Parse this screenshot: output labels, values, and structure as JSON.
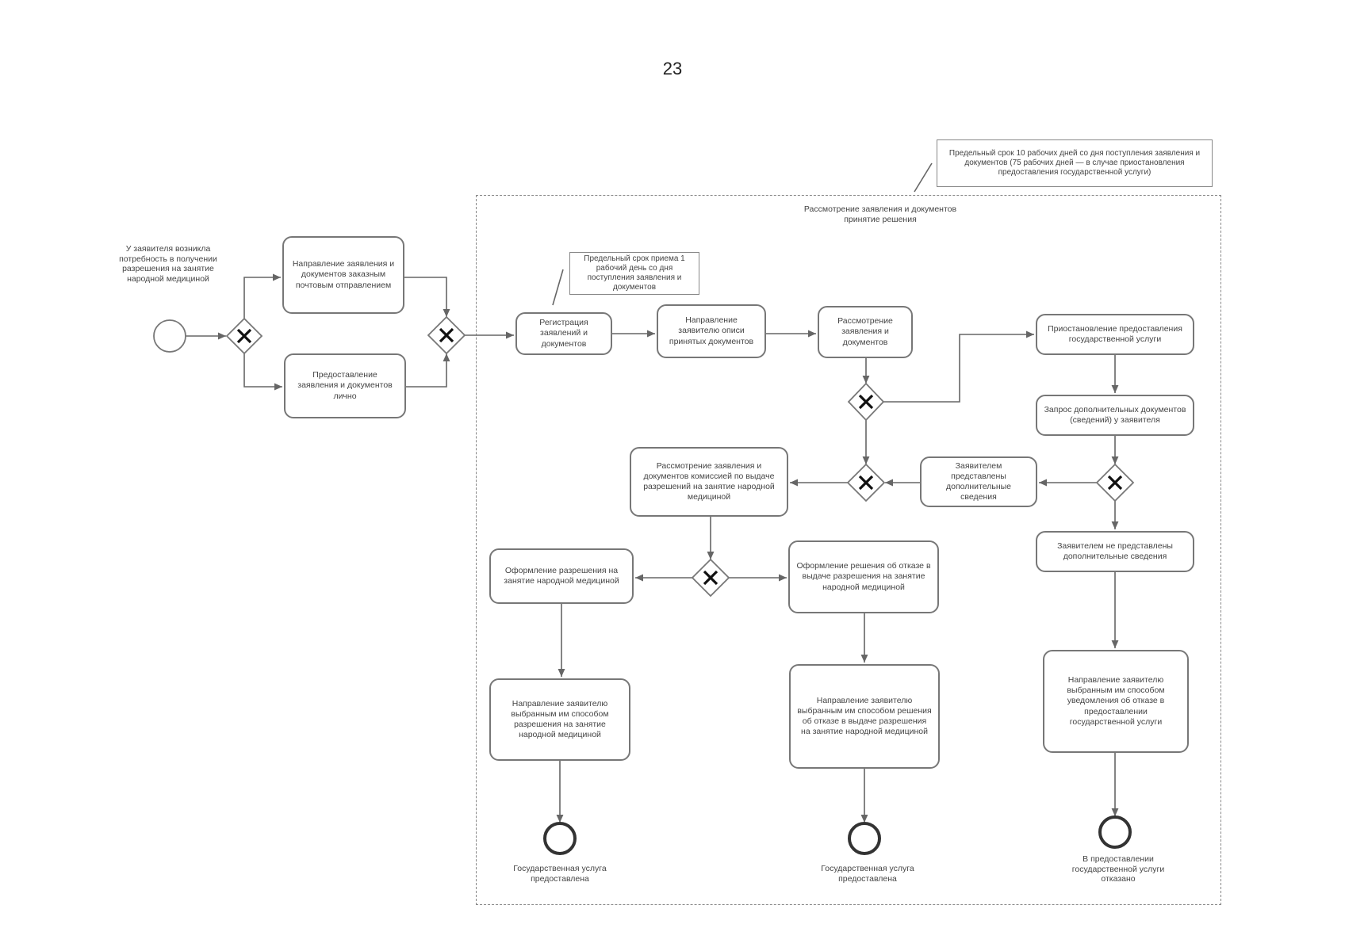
{
  "page_number": "23",
  "time_note": "Предельный срок 10 рабочих дней со дня поступления заявления и документов (75 рабочих дней — в случае приостановления предоставления государственной услуги)",
  "pool_title": "Рассмотрение заявления и документов принятие решения",
  "registration_note": "Предельный срок приема 1 рабочий день со дня поступления заявления и документов",
  "start_label": "У заявителя возникла потребность в получении разрешения на занятие народной медициной",
  "tasks": {
    "mail": "Направление заявления и документов заказным почтовым отправлением",
    "personal": "Предоставление заявления и документов лично",
    "register": "Регистрация заявлений и документов",
    "receipt": "Направление заявителю описи принятых документов",
    "review": "Рассмотрение заявления и документов",
    "suspend": "Приостановление предоставления государственной услуги",
    "request": "Запрос дополнительных документов (сведений) у заявителя",
    "provided": "Заявителем представлены дополнительные сведения",
    "not_provided": "Заявителем не представлены дополнительные сведения",
    "commission": "Рассмотрение заявления и документов комиссией по выдаче разрешений на занятие народной медициной",
    "issue_permit": "Оформление разрешения на занятие народной медициной",
    "refusal_decision": "Оформление решения об отказе в выдаче разрешения на занятие народной медициной",
    "send_permit": "Направление заявителю выбранным им способом разрешения на занятие народной медициной",
    "send_refusal": "Направление заявителю выбранным им способом решения об отказе в выдаче разрешения на занятие народной медициной",
    "send_notice": "Направление заявителю выбранным им способом уведомления об отказе в предоставлении государственной услуги"
  },
  "end_labels": {
    "provided": "Государственная услуга предоставлена",
    "refused": "Государственная услуга предоставлена",
    "denied": "В предоставлении государственной услуги отказано"
  }
}
